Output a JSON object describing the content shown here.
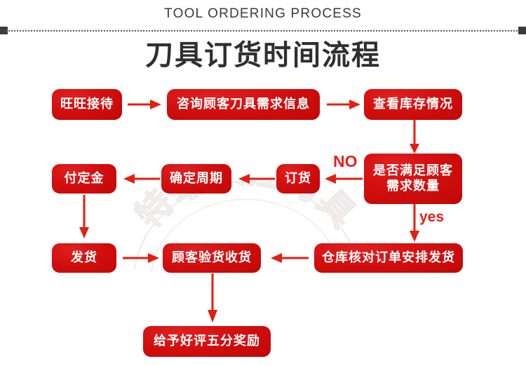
{
  "header": {
    "english_title": "TOOL ORDERING PROCESS",
    "chinese_title": "刀具订货时间流程"
  },
  "watermark": {
    "text": "特瑞数控刀具"
  },
  "colors": {
    "box_red": "#d40f0f",
    "box_red_light": "#e02020",
    "box_red_dark": "#c10707",
    "arrow_red": "#e21f10",
    "title_gray": "#2f2f2f",
    "rule_gray": "#3b3b3b",
    "label_red": "#e8201a"
  },
  "flow": {
    "nodes": [
      {
        "id": "n1",
        "label": "旺旺接待"
      },
      {
        "id": "n2",
        "label": "咨询顾客刀具需求信息"
      },
      {
        "id": "n3",
        "label": "查看库存情况"
      },
      {
        "id": "n4",
        "label": "是否满足顾客需求数量",
        "line1": "是否满足顾客",
        "line2": "需求数量"
      },
      {
        "id": "n5",
        "label": "订货"
      },
      {
        "id": "n6",
        "label": "确定周期"
      },
      {
        "id": "n7",
        "label": "付定金"
      },
      {
        "id": "n8",
        "label": "发货"
      },
      {
        "id": "n9",
        "label": "顾客验货收货"
      },
      {
        "id": "n10",
        "label": "仓库核对订单安排发货"
      },
      {
        "id": "n11",
        "label": "给予好评五分奖励"
      }
    ],
    "branch_labels": {
      "no": "NO",
      "yes": "yes"
    }
  }
}
